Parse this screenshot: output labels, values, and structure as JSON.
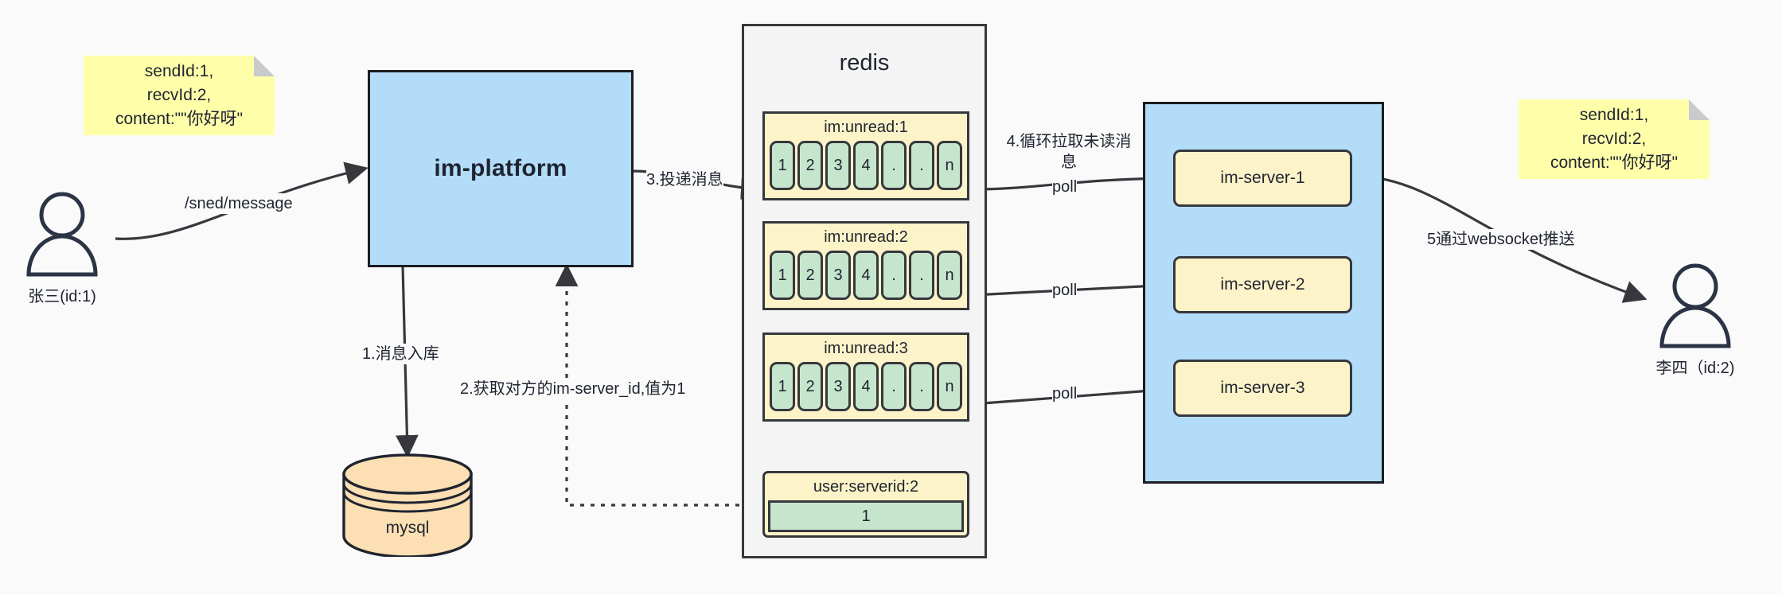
{
  "diagram": {
    "title": "IM message delivery architecture",
    "background": "#fafafa",
    "colors": {
      "note": "#ffffaa",
      "blue": "#b3dcf9",
      "yellow": "#fdf3c8",
      "green": "#c6e5cd",
      "orange": "#fcdfb2",
      "stroke": "#36383d",
      "text": "#1f2430"
    }
  },
  "notes": {
    "left": "sendId:1,\nrecvId:2,\ncontent:\"\"你好呀\"",
    "right": "sendId:1,\nrecvId:2,\ncontent:\"\"你好呀\""
  },
  "actors": {
    "sender": {
      "label": "张三(id:1)",
      "icon": "user-icon"
    },
    "receiver": {
      "label": "李四（id:2)",
      "icon": "user-icon"
    }
  },
  "platform": {
    "label": "im-platform"
  },
  "database": {
    "label": "mysql",
    "shape": "cylinder"
  },
  "redis": {
    "title": "redis",
    "keys": [
      {
        "name": "im:unread:1",
        "cells": [
          "1",
          "2",
          "3",
          "4",
          ".",
          ".",
          "n"
        ]
      },
      {
        "name": "im:unread:2",
        "cells": [
          "1",
          "2",
          "3",
          "4",
          ".",
          ".",
          "n"
        ]
      },
      {
        "name": "im:unread:3",
        "cells": [
          "1",
          "2",
          "3",
          "4",
          ".",
          ".",
          "n"
        ]
      }
    ],
    "serverid_key": {
      "name": "user:serverid:2",
      "value": "1"
    }
  },
  "servers": {
    "items": [
      {
        "label": "im-server-1"
      },
      {
        "label": "im-server-2"
      },
      {
        "label": "im-server-3"
      }
    ]
  },
  "edges": {
    "send_message": "/sned/message",
    "step1": "1.消息入库",
    "step2": "2.获取对方的im-server_id,值为1",
    "step3": "3.投递消息",
    "step4": "4.循环拉取未读消\n息",
    "step5": "5通过websocket推送",
    "poll1": "poll",
    "poll2": "poll",
    "poll3": "poll"
  }
}
